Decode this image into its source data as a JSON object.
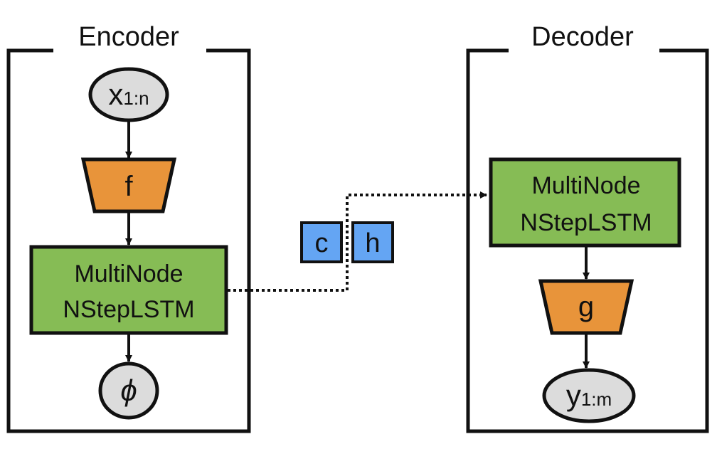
{
  "encoder": {
    "title": "Encoder",
    "input_node": {
      "main": "x",
      "sub": "1:n"
    },
    "transform_label": "f",
    "lstm": {
      "line1": "MultiNode",
      "line2": "NStepLSTM"
    },
    "output_node": "ϕ"
  },
  "decoder": {
    "title": "Decoder",
    "lstm": {
      "line1": "MultiNode",
      "line2": "NStepLSTM"
    },
    "transform_label": "g",
    "output_node": {
      "main": "y",
      "sub": "1:m"
    }
  },
  "states": {
    "cell": "c",
    "hidden": "h"
  },
  "colors": {
    "node_fill": "#dcdcdc",
    "transform_fill": "#e8943a",
    "lstm_fill": "#86bc55",
    "state_fill": "#64a5f3",
    "stroke": "#111111"
  }
}
